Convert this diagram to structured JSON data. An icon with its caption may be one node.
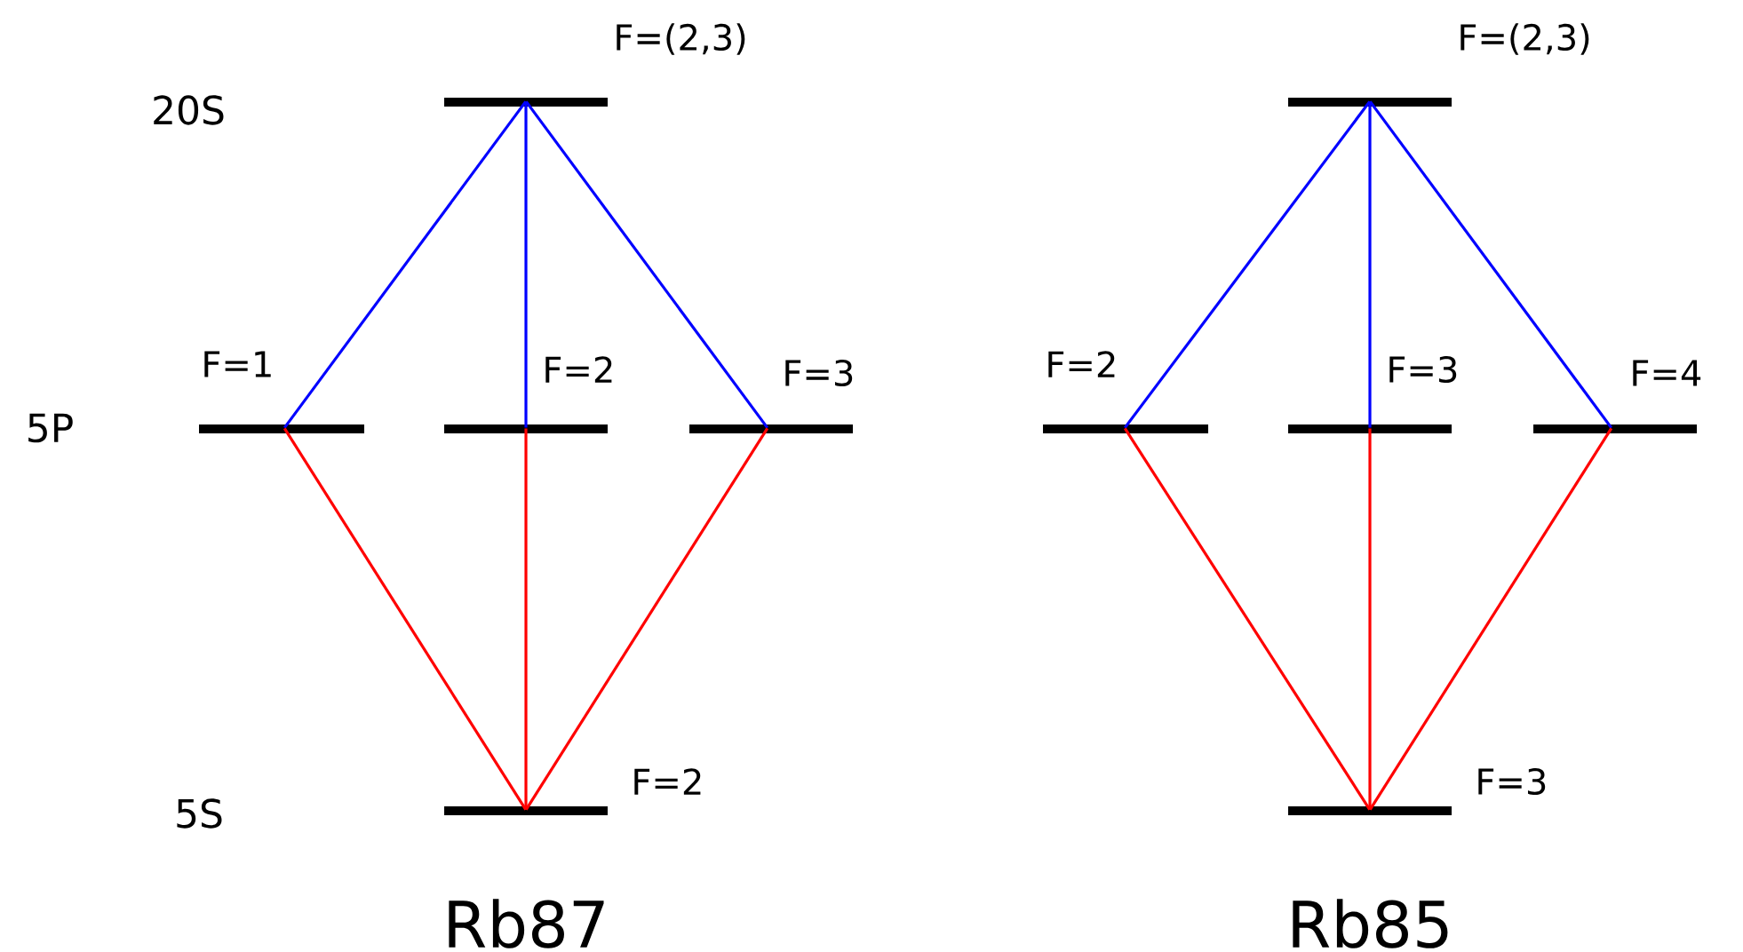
{
  "diagram": {
    "nodes": [
      {
        "text": [],
        "shape": "bar",
        "beside": [
          "F=(2,3)"
        ]
      },
      {
        "text": [],
        "shape": "bar",
        "beside": [
          "F=1"
        ]
      },
      {
        "text": [],
        "shape": "bar",
        "beside": [
          "F=2"
        ]
      },
      {
        "text": [],
        "shape": "bar",
        "beside": [
          "F=3"
        ]
      },
      {
        "text": [],
        "shape": "bar",
        "beside": [
          "F=2"
        ]
      },
      {
        "text": [],
        "shape": "bar",
        "beside": [
          "F=(2,3)"
        ]
      },
      {
        "text": [],
        "shape": "bar",
        "beside": [
          "F=2"
        ]
      },
      {
        "text": [],
        "shape": "bar",
        "beside": [
          "F=3"
        ]
      },
      {
        "text": [],
        "shape": "bar",
        "beside": [
          "F=4"
        ]
      },
      {
        "text": [],
        "shape": "bar",
        "beside": [
          "F=3"
        ]
      }
    ],
    "edges": [
      {
        "from": 1,
        "to": 0,
        "arrow": "none",
        "color": "#0000ff"
      },
      {
        "from": 2,
        "to": 0,
        "arrow": "none",
        "color": "#0000ff"
      },
      {
        "from": 3,
        "to": 0,
        "arrow": "none",
        "color": "#0000ff"
      },
      {
        "from": 4,
        "to": 1,
        "arrow": "none",
        "color": "#ff0000"
      },
      {
        "from": 4,
        "to": 2,
        "arrow": "none",
        "color": "#ff0000"
      },
      {
        "from": 4,
        "to": 3,
        "arrow": "none",
        "color": "#ff0000"
      },
      {
        "from": 6,
        "to": 5,
        "arrow": "none",
        "color": "#0000ff"
      },
      {
        "from": 7,
        "to": 5,
        "arrow": "none",
        "color": "#0000ff"
      },
      {
        "from": 8,
        "to": 5,
        "arrow": "none",
        "color": "#0000ff"
      },
      {
        "from": 9,
        "to": 6,
        "arrow": "none",
        "color": "#ff0000"
      },
      {
        "from": 9,
        "to": 7,
        "arrow": "none",
        "color": "#ff0000"
      },
      {
        "from": 9,
        "to": 8,
        "arrow": "none",
        "color": "#ff0000"
      }
    ],
    "labels": [
      "20S",
      "5P",
      "5S",
      "Rb87",
      "Rb85"
    ]
  }
}
